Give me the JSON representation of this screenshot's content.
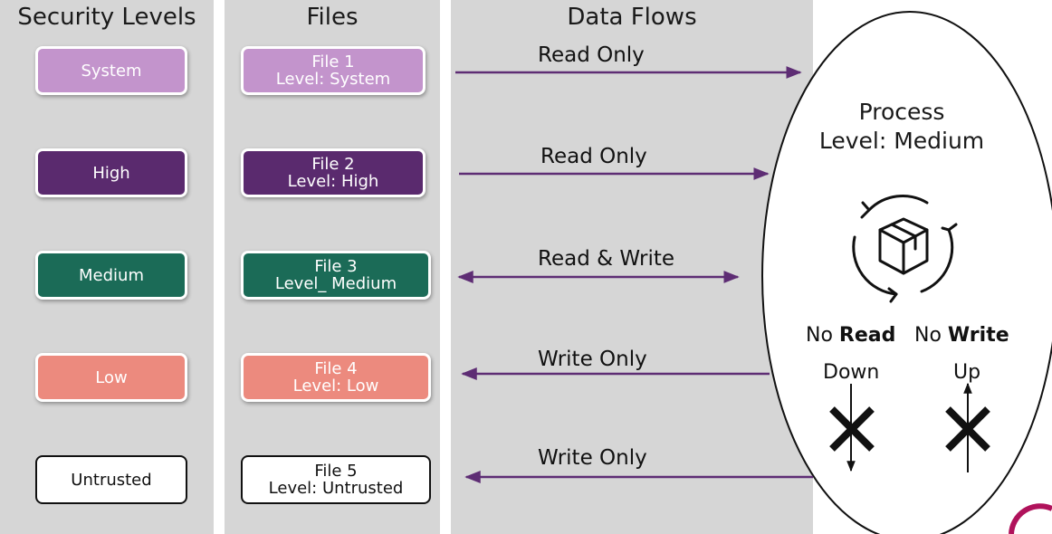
{
  "columns": {
    "security_levels": "Security Levels",
    "files": "Files",
    "data_flows": "Data Flows"
  },
  "levels": [
    {
      "label": "System",
      "color": "#c394cc",
      "text_color": "#ffffff"
    },
    {
      "label": "High",
      "color": "#5a2a6e",
      "text_color": "#ffffff"
    },
    {
      "label": "Medium",
      "color": "#1b6b57",
      "text_color": "#ffffff"
    },
    {
      "label": "Low",
      "color": "#ec8a7e",
      "text_color": "#ffffff"
    },
    {
      "label": "Untrusted",
      "color": "#ffffff",
      "text_color": "#111111"
    }
  ],
  "files": [
    {
      "name": "File 1",
      "level": "Level: System"
    },
    {
      "name": "File 2",
      "level": "Level: High"
    },
    {
      "name": "File 3",
      "level": "Level_ Medium"
    },
    {
      "name": "File 4",
      "level": "Level: Low"
    },
    {
      "name": "File 5",
      "level": "Level: Untrusted"
    }
  ],
  "flows": [
    {
      "label": "Read Only",
      "direction": "right"
    },
    {
      "label": "Read Only",
      "direction": "right"
    },
    {
      "label": "Read & Write",
      "direction": "both"
    },
    {
      "label": "Write Only",
      "direction": "left"
    },
    {
      "label": "Write Only",
      "direction": "left"
    }
  ],
  "process": {
    "title": "Process",
    "level": "Level: Medium",
    "icon": "rotating-box-icon",
    "rules": [
      {
        "prefix": "No ",
        "bold": "Read",
        "sub": "Down"
      },
      {
        "prefix": "No ",
        "bold": "Write",
        "sub": "Up"
      }
    ]
  },
  "colors": {
    "arrow": "#5e2d74",
    "panel": "#d6d6d6"
  }
}
